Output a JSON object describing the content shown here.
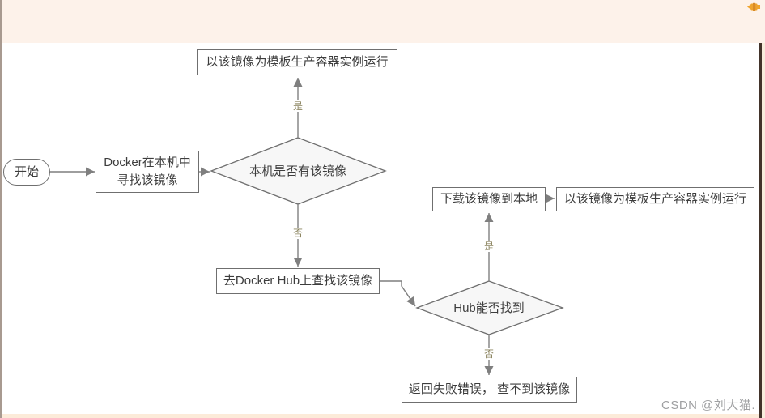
{
  "header": {
    "pin_icon": "pushpin-icon"
  },
  "flowchart": {
    "nodes": {
      "start": "开始",
      "find_local": "Docker在本机中寻找该镜像",
      "has_local_decision": "本机是否有该镜像",
      "run_instance_top": "以该镜像为模板生产容器实例运行",
      "hub_search": "去Docker Hub上查找该镜像",
      "hub_found_decision": "Hub能否找到",
      "download": "下载该镜像到本地",
      "run_instance_right": "以该镜像为模板生产容器实例运行",
      "fail": "返回失败错误， 查不到该镜像"
    },
    "edge_labels": {
      "local_yes": "是",
      "local_no": "否",
      "hub_yes": "是",
      "hub_no": "否"
    }
  },
  "footer": {
    "watermark": "CSDN @刘大猫."
  },
  "colors": {
    "header_band": "#fdf2ea",
    "bottom_strip": "#fcebd9",
    "right_edge_dark": "#42332a",
    "pin_orange": "#efa42e",
    "connector_gray": "#7f7f7f",
    "edge_label_olive": "#8b845f",
    "node_border": "#6f6f6f",
    "node_text": "#3d3d3d",
    "diamond_fill": "#f7f7f7",
    "watermark_gray": "#9fa0a2"
  }
}
